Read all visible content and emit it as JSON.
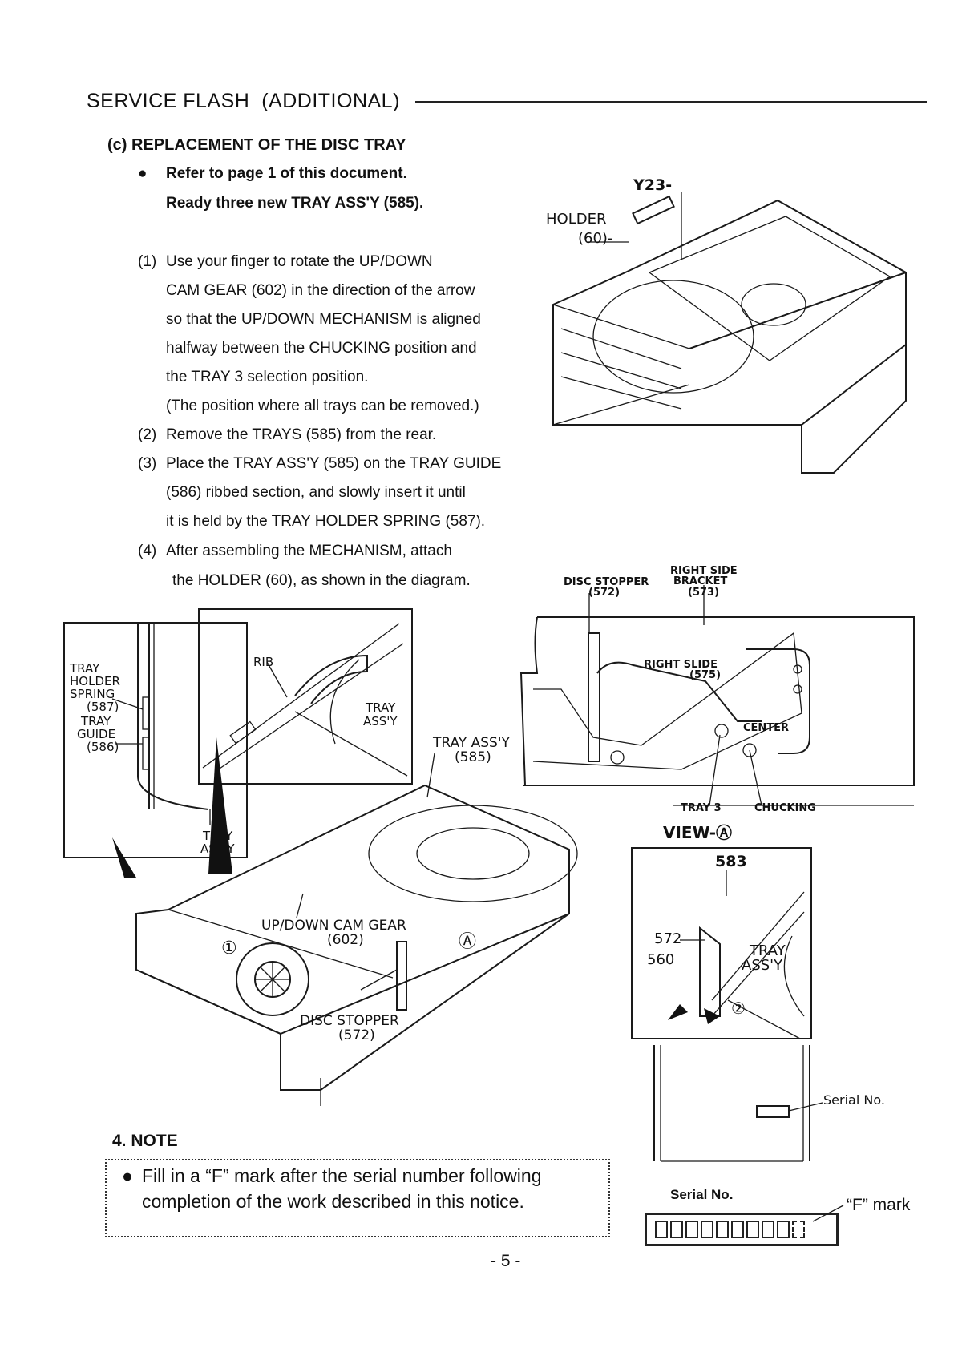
{
  "header": {
    "title_a": "SERVICE FLASH",
    "title_b": "(ADDITIONAL)"
  },
  "section": {
    "title": "(c) REPLACEMENT OF THE DISC TRAY",
    "bullet_1": "Refer to page 1 of this document.",
    "bullet_2": "Ready three new TRAY ASS'Y (585)."
  },
  "steps": {
    "s1_num": "(1)",
    "s1_l1": "Use your finger to rotate the UP/DOWN",
    "s1_l2": "CAM GEAR (602) in the direction of the arrow",
    "s1_l3": "so that the UP/DOWN MECHANISM is aligned",
    "s1_l4": "halfway between the CHUCKING position and",
    "s1_l5": "the TRAY 3 selection position.",
    "s1_l6": "(The position where all trays can be removed.)",
    "s2_num": "(2)",
    "s2_l1": "Remove the TRAYS (585) from the rear.",
    "s3_num": "(3)",
    "s3_l1": "Place the TRAY ASS'Y (585) on the TRAY GUIDE",
    "s3_l2": "(586) ribbed section,  and slowly insert it until",
    "s3_l3": "it is held by the TRAY HOLDER SPRING (587).",
    "s4_num": "(4)",
    "s4_l1": "After assembling the MECHANISM, attach",
    "s4_l2": "the HOLDER (60),  as shown in the diagram."
  },
  "diagram_labels": {
    "y23": "Y23-",
    "holder": "HOLDER",
    "holder_num": "(60)-",
    "disc_stopper_top": "DISC STOPPER",
    "disc_stopper_top_num": "(572)",
    "right_side_bracket_1": "RIGHT SIDE",
    "right_side_bracket_2": "BRACKET",
    "right_side_bracket_num": "(573)",
    "tray_holder_spring_1": "TRAY",
    "tray_holder_spring_2": "HOLDER",
    "tray_holder_spring_3": "SPRING",
    "tray_holder_spring_num": "(587)",
    "tray_guide_1": "TRAY",
    "tray_guide_2": "GUIDE",
    "tray_guide_num": "(586)",
    "tray_assy_inset_1": "TRAY",
    "tray_assy_inset_2": "ASS'Y",
    "rib": "RIB",
    "tray_assy_rib_1": "TRAY",
    "tray_assy_rib_2": "ASS'Y",
    "tray_assy_main": "TRAY ASS'Y",
    "tray_assy_main_num": "(585)",
    "right_slide": "RIGHT SLIDE",
    "right_slide_num": "(575)",
    "center": "CENTER",
    "tray3": "TRAY 3",
    "chucking": "CHUCKING",
    "view_a": "VIEW-Ⓐ",
    "cam_gear": "UP/DOWN CAM GEAR",
    "cam_gear_num": "(602)",
    "circle_1": "①",
    "circle_a": "Ⓐ",
    "disc_stopper_bottom": "DISC STOPPER",
    "disc_stopper_bottom_num": "(572)",
    "p583": "583",
    "p572": "572",
    "p560": "560",
    "tray_assy_view_1": "TRAY",
    "tray_assy_view_2": "ASS'Y",
    "circle_2": "②",
    "serial_no_side": "Serial  No."
  },
  "note": {
    "heading": "4.  NOTE",
    "line_1": "Fill in a “F” mark after the serial number following",
    "line_2": "completion of the work described in this notice."
  },
  "serial_area": {
    "label": "Serial  No.",
    "f_mark": "“F” mark"
  },
  "footer": {
    "page": "- 5 -"
  }
}
